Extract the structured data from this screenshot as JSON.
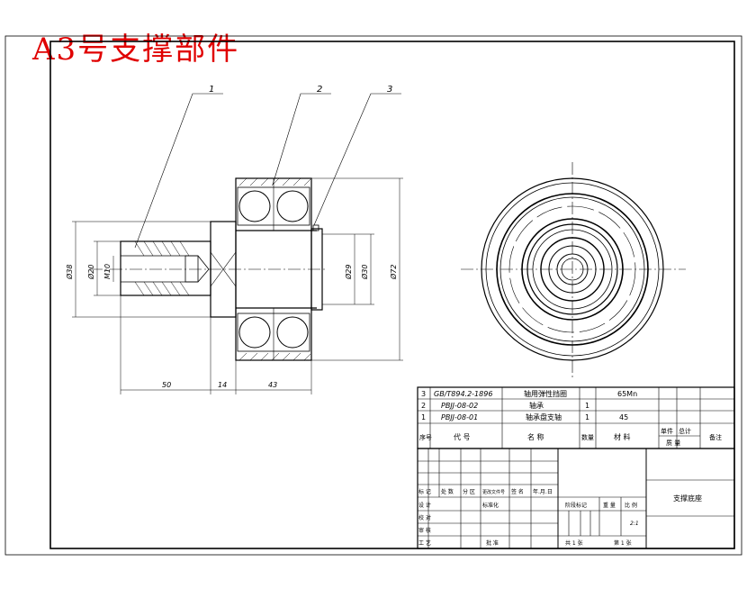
{
  "stamp_title": "A3号支撑部件",
  "balloons": [
    "1",
    "2",
    "3"
  ],
  "dims": {
    "d38": "Ø38",
    "d20": "Ø20",
    "m10": "M10",
    "d29": "Ø29",
    "d30": "Ø30",
    "d72": "Ø72",
    "len50": "50",
    "len14": "14",
    "len43": "43"
  },
  "bom": [
    {
      "no": "3",
      "code": "GB/T894.2-1896",
      "name": "轴用弹性挡圈",
      "qty": "",
      "material": "65Mn"
    },
    {
      "no": "2",
      "code": "PBJJ-08-02",
      "name": "轴承",
      "qty": "1",
      "material": ""
    },
    {
      "no": "1",
      "code": "PBJJ-08-01",
      "name": "轴承盘支轴",
      "qty": "1",
      "material": "45"
    }
  ],
  "bom_header": {
    "no": "序号",
    "code": "代  号",
    "name": "名  称",
    "qty": "数量",
    "material": "材  料",
    "unit": "单件",
    "total": "总计",
    "mass": "质  量",
    "remark": "备注"
  },
  "title_block": {
    "drawing_name": "支撑底座",
    "rev_row": [
      "标 记",
      "处 数",
      "分 区",
      "更改文件号",
      "签 名",
      "年.月.日"
    ],
    "roles": [
      "设 计",
      "校 对",
      "审 核",
      "工 艺"
    ],
    "standardize": "标准化",
    "approve": "批 准",
    "stage_label": "阶段标记",
    "weight_label": "重 量",
    "scale_label": "比 例",
    "scale_value": "2:1",
    "sheets_total": "共 1 张",
    "sheet_no": "第 1 张"
  }
}
